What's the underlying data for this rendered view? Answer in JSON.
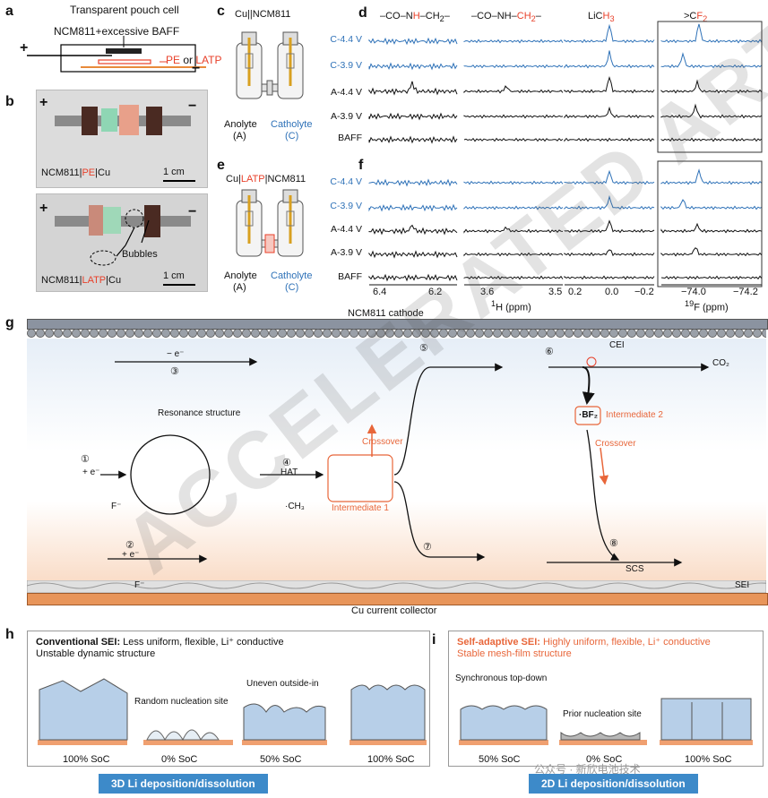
{
  "panel_letters": {
    "a": "a",
    "b": "b",
    "c": "c",
    "d": "d",
    "e": "e",
    "f": "f",
    "g": "g",
    "h": "h",
    "i": "i"
  },
  "panel_a": {
    "title": "Transparent pouch cell",
    "subtitle": "NCM811+excessive BAFF",
    "plus": "+",
    "minus": "−",
    "pe": "PE",
    "or": " or ",
    "latp": "LATP"
  },
  "panel_b": {
    "plus1": "+",
    "minus1": "−",
    "label1_a": "NCM811|",
    "label1_b": "PE",
    "label1_c": "|Cu",
    "scale1": "1 cm",
    "plus2": "+",
    "minus2": "−",
    "label2_a": "NCM811|",
    "label2_b": "LATP",
    "label2_c": "|Cu",
    "bubbles": "Bubbles",
    "scale2": "1 cm"
  },
  "panel_c": {
    "title": "Cu||NCM811",
    "anolyte": "Anolyte",
    "anolyte_sym": "(A)",
    "catholyte": "Catholyte",
    "catholyte_sym": "(C)"
  },
  "panel_e": {
    "title_a": "Cu|",
    "title_b": "LATP",
    "title_c": "|NCM811",
    "anolyte": "Anolyte",
    "anolyte_sym": "(A)",
    "catholyte": "Catholyte",
    "catholyte_sym": "(C)"
  },
  "nmr": {
    "headers": {
      "h1": "–CO–N",
      "h1r": "H",
      "h1b": "–CH",
      "h1c": "2",
      "h1d": "–",
      "h2": "–CO–NH–",
      "h2r": "CH",
      "h2r2": "2",
      "h2e": "–",
      "h3": "LiC",
      "h3r": "H",
      "h3r2": "3",
      "h4": ">C",
      "h4r": "F",
      "h4r2": "2"
    },
    "rows": [
      "C-4.4 V",
      "C-3.9 V",
      "A-4.4 V",
      "A-3.9 V",
      "BAFF"
    ],
    "x_ticks": [
      "6.4",
      "6.2",
      "3.6",
      "3.5",
      "0.2",
      "0.0",
      "−0.2",
      "−74.0",
      "−74.2"
    ],
    "x_label_h": "H (ppm)",
    "x_label_h_sup": "1",
    "x_label_f": "F (ppm)",
    "x_label_f_sup": "19"
  },
  "panel_g": {
    "cathode": "NCM811 cathode",
    "collector": "Cu current collector",
    "minus_e": "− e⁻",
    "plus_e1": "+ e⁻",
    "plus_e2": "+ e⁻",
    "step1": "①",
    "step2": "②",
    "step3": "③",
    "step4": "④",
    "step5": "⑤",
    "step6": "⑥",
    "step7": "⑦",
    "step8": "⑧",
    "resonance": "Resonance structure",
    "hat": "HAT",
    "ch3": "·CH₃",
    "fminus1": "F⁻",
    "fminus2": "F⁻",
    "crossover1": "Crossover",
    "crossover2": "Crossover",
    "intermediate1": "Intermediate 1",
    "intermediate2": "Intermediate 2",
    "bf2": "·BF₂",
    "cei": "CEI",
    "co2": "CO₂",
    "scs": "SCS",
    "sei": "SEI"
  },
  "panel_h": {
    "title": "Conventional SEI:",
    "title_rest": " Less uniform, flexible, Li⁺ conductive",
    "line2": "Unstable dynamic structure",
    "random": "Random nucleation site",
    "uneven": "Uneven outside-in",
    "soc100a": "100% SoC",
    "soc0": "0% SoC",
    "soc50": "50% SoC",
    "soc100b": "100% SoC",
    "badge": "3D Li deposition/dissolution"
  },
  "panel_i": {
    "title": "Self-adaptive SEI:",
    "title_rest": " Highly uniform, flexible, Li⁺ conductive",
    "line2": "Stable mesh-film structure",
    "sync": "Synchronous top-down",
    "prior": "Prior nucleation site",
    "soc50": "50% SoC",
    "soc0": "0% SoC",
    "soc100": "100% SoC",
    "badge": "2D Li deposition/dissolution"
  },
  "watermark_text": "ACCELERATED ARTICLE PREVIEW",
  "footer_mark": "公众号 · 新欣电池技术",
  "colors": {
    "blue": "#2f72b8",
    "red": "#e8402a",
    "orange": "#e8663a"
  }
}
